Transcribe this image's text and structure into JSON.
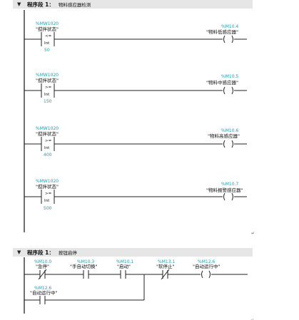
{
  "segment1": {
    "arrow": "▼",
    "label": "程序段 1",
    "colon": "：",
    "comment": "物料感应器检测",
    "rungs": [
      {
        "addr_in": "%MW1020",
        "name_in": "\"搅拌状态\"",
        "op": "<=",
        "type": "Int",
        "value": "50",
        "addr_out": "%M10.4",
        "name_out": "\"物料低感应器\""
      },
      {
        "addr_in": "%MW1020",
        "name_in": "\"搅拌状态\"",
        "op": ">=",
        "type": "Int",
        "value": "150",
        "addr_out": "%M10.5",
        "name_out": "\"物料中感应器\""
      },
      {
        "addr_in": "%MW1020",
        "name_in": "\"搅拌状态\"",
        "op": ">=",
        "type": "Int",
        "value": "400",
        "addr_out": "%M10.6",
        "name_out": "\"物料高感应器\""
      },
      {
        "addr_in": "%MW1020",
        "name_in": "\"搅拌状态\"",
        "op": ">=",
        "type": "Int",
        "value": "500",
        "addr_out": "%M10.7",
        "name_out": "\"物料报警感应器\""
      }
    ]
  },
  "segment2": {
    "arrow": "▼",
    "label": "程序段 1",
    "colon": "：",
    "comment": "按钮启停",
    "contacts": [
      {
        "addr": "%M10.0",
        "name": "\"急停\""
      },
      {
        "addr": "%M10.3",
        "name": "\"手自动切换\""
      },
      {
        "addr": "%M10.1",
        "name": "\"启动\""
      },
      {
        "addr": "%M13.1",
        "name": "\"软停止\""
      }
    ],
    "coil": {
      "addr": "%M12.6",
      "name": "\"自动运行中\""
    },
    "branch": {
      "addr": "%M12.6",
      "name": "\"自动运行中\""
    }
  },
  "return_mark": "↵"
}
